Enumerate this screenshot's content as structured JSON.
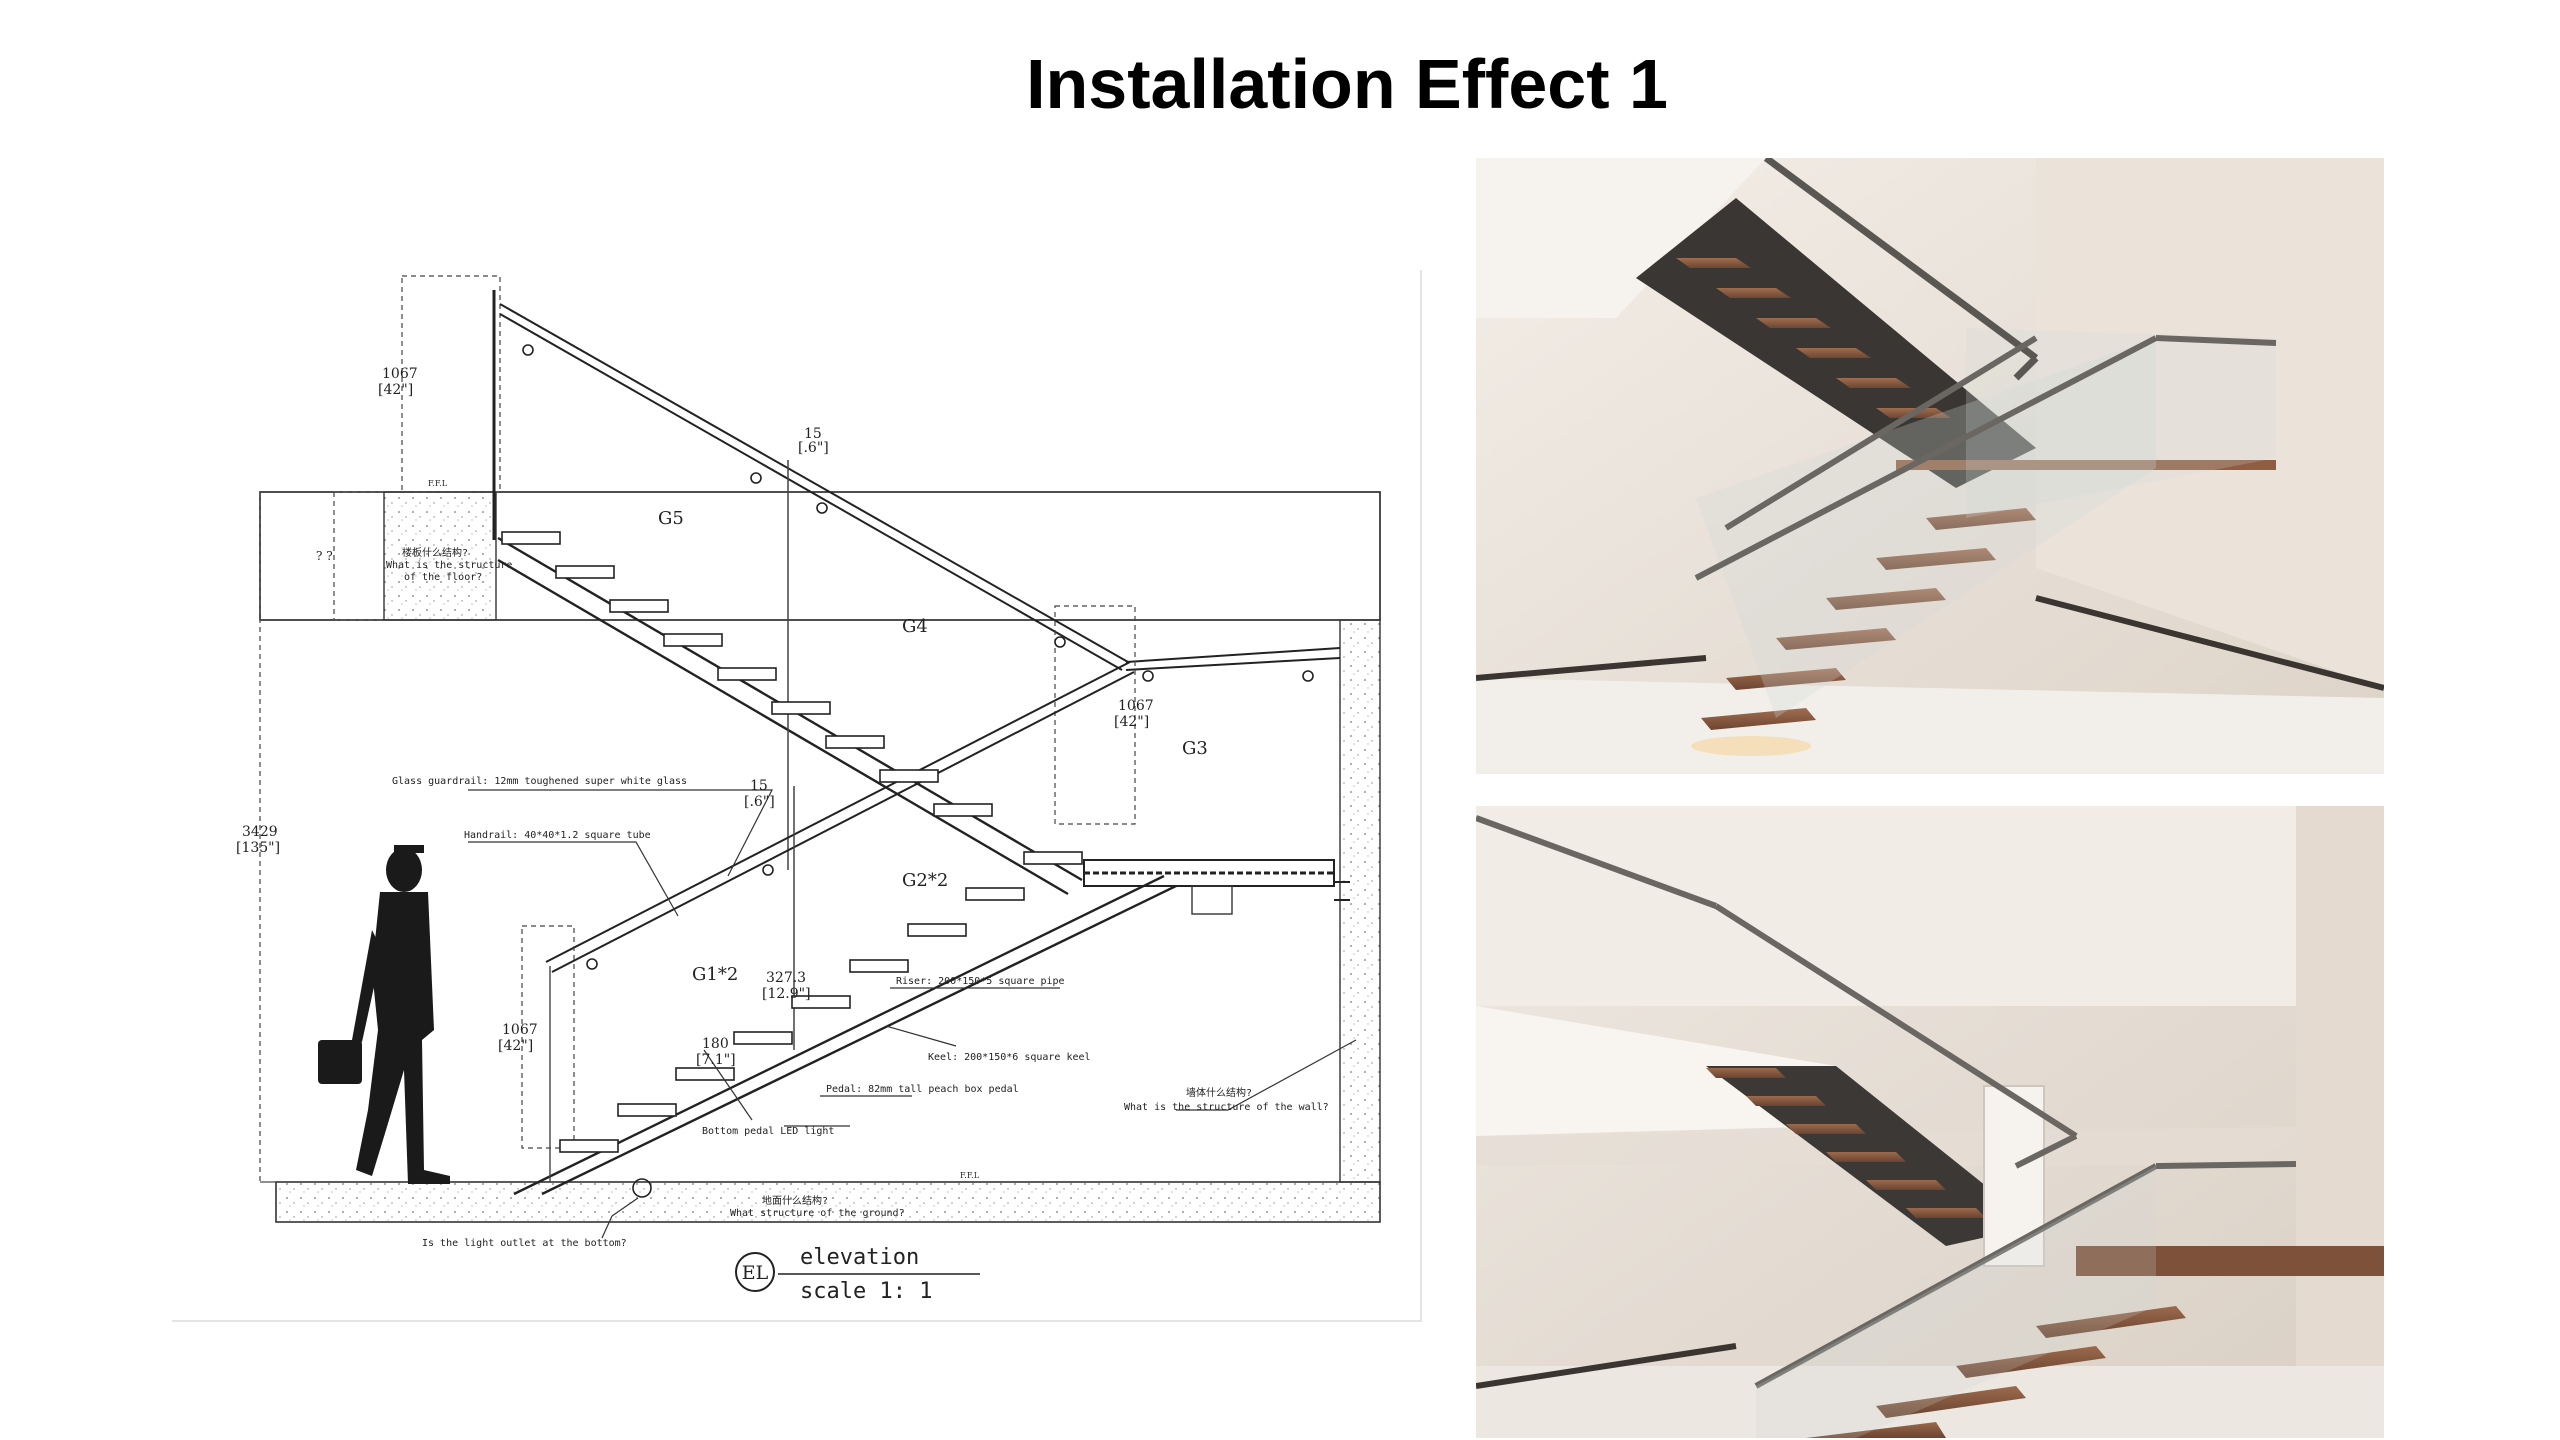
{
  "page": {
    "title": "Installation Effect 1"
  },
  "elevation": {
    "labels": {
      "g5": "G5",
      "g4": "G4",
      "g3": "G3",
      "g2": "G2*2",
      "g1": "G1*2",
      "dim_1067_top": "1067",
      "dim_42_top": "[42\"]",
      "dim_15_top": "15",
      "dim_6_top": "[.6\"]",
      "dim_1067_right": "1067",
      "dim_42_right": "[42\"]",
      "dim_15_mid": "15",
      "dim_6_mid": "[.6\"]",
      "dim_3429": "3429",
      "dim_135": "[135\"]",
      "dim_1067_left": "1067",
      "dim_42_left": "[42\"]",
      "dim_327": "327.3",
      "dim_129": "[12.9\"]",
      "dim_180": "180",
      "dim_71": "[7.1\"]",
      "qmarks": "? ?",
      "ffl_top": "F.F.L",
      "ffl_bottom": "F.F.L",
      "floor_cn": "楼板什么结构?",
      "floor_en1": "What is the structure",
      "floor_en2": "of the floor?",
      "glass_note": "Glass guardrail: 12mm toughened super white glass",
      "handrail_note": "Handrail: 40*40*1.2 square tube",
      "riser_note": "Riser: 200*150*5 square pipe",
      "keel_note": "Keel: 200*150*6 square keel",
      "pedal_note": "Pedal: 82mm tall peach box pedal",
      "led_note": "Bottom pedal LED light",
      "wall_cn": "墙体什么结构?",
      "wall_en": "What is the structure of the wall?",
      "ground_cn": "地面什么结构?",
      "ground_en": "What structure of the ground?",
      "outlet_note": "Is the light outlet at the bottom?",
      "el_badge": "EL",
      "elevation_word": "elevation",
      "scale": "scale 1: 1"
    }
  }
}
